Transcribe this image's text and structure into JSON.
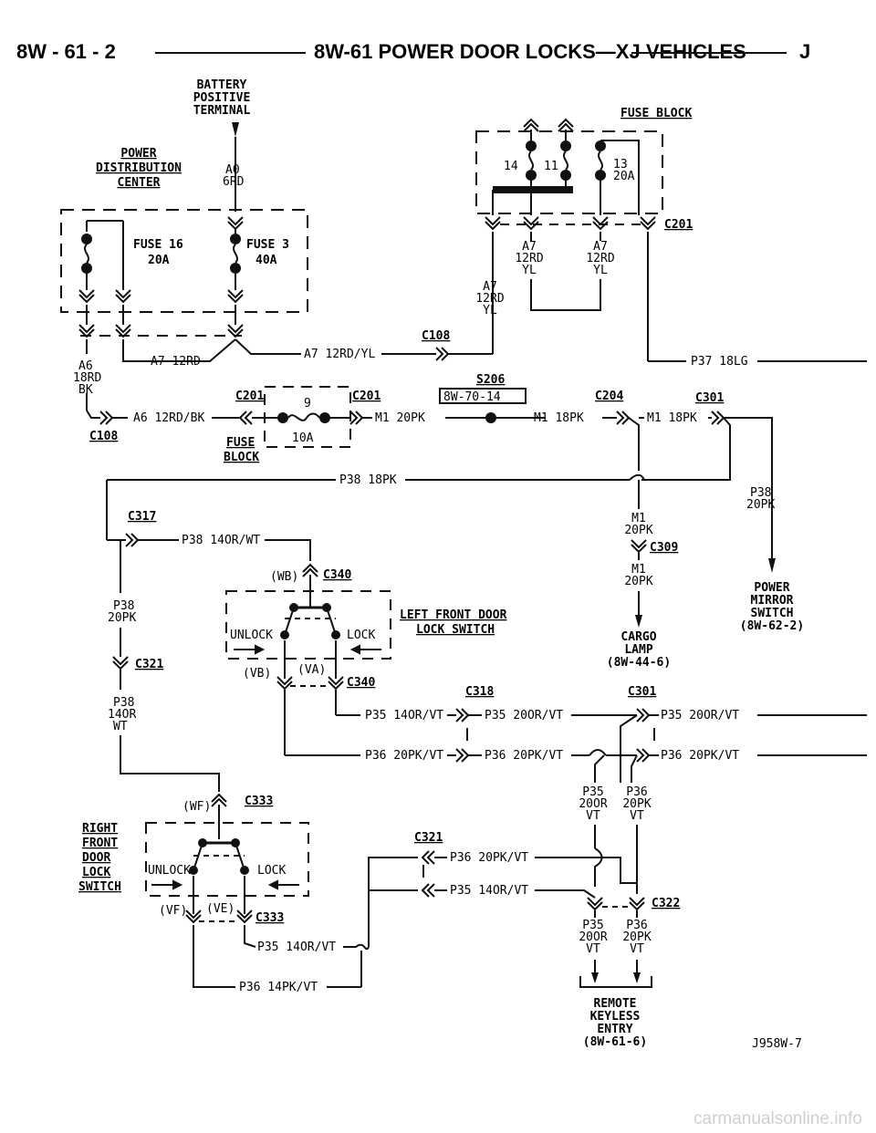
{
  "header": {
    "page_no": "8W - 61 - 2",
    "title": "8W-61 POWER DOOR LOCKS—XJ VEHICLES",
    "letter": "J"
  },
  "battery": [
    "BATTERY",
    "POSITIVE",
    "TERMINAL"
  ],
  "pdc": [
    "POWER",
    "DISTRIBUTION",
    "CENTER"
  ],
  "fuse_block": "FUSE BLOCK",
  "fuse_block2": [
    "FUSE",
    "BLOCK"
  ],
  "wires": {
    "a0": [
      "A0",
      "6RD"
    ],
    "a6": [
      "A6",
      "18RD",
      "BK"
    ],
    "a7_12rd": "A7 12RD",
    "a7_12rdyl": "A7 12RD/YL",
    "a7_stack": [
      "A7",
      "12RD",
      "YL"
    ],
    "p37": "P37 18LG",
    "a6_12rdbk": "A6 12RD/BK",
    "m1_20pk": "M1 20PK",
    "m1_18pk": "M1 18PK",
    "m1_stack": [
      "M1",
      "20PK"
    ],
    "p38_18pk": "P38 18PK",
    "p38_20pk": [
      "P38",
      "20PK"
    ],
    "p38_14orwt": "P38 14OR/WT",
    "p38_14or": [
      "P38",
      "14OR",
      "WT"
    ],
    "p35_14orvt": "P35 14OR/VT",
    "p35_20orvt": "P35 20OR/VT",
    "p36_20pkvt": "P36 20PK/VT",
    "p35_stack": [
      "P35",
      "20OR",
      "VT"
    ],
    "p36_stack": [
      "P36",
      "20PK",
      "VT"
    ],
    "p35_14orvt_short": "P35 14OR/VT",
    "p36_14pkvt": "P36 14PK/VT"
  },
  "fuses": {
    "f16": [
      "FUSE 16",
      "20A"
    ],
    "f3": [
      "FUSE 3",
      "40A"
    ],
    "f14": "14",
    "f11": "11",
    "f13": [
      "13",
      "20A"
    ],
    "f9": "9",
    "f9_amp": "10A"
  },
  "connectors": {
    "c201": "C201",
    "c108": "C108",
    "s206": "S206",
    "ref_8w70": "8W-70-14",
    "c204": "C204",
    "c301": "C301",
    "c317": "C317",
    "c340": "C340",
    "c309": "C309",
    "c321": "C321",
    "c318": "C318",
    "c333": "C333",
    "c322": "C322"
  },
  "switch_pins": {
    "wb": "(WB)",
    "vb": "(VB)",
    "va": "(VA)",
    "wf": "(WF)",
    "vf": "(VF)",
    "ve": "(VE)",
    "unlock": "UNLOCK",
    "lock": "LOCK"
  },
  "components": {
    "left_switch": [
      "LEFT FRONT DOOR",
      "LOCK SWITCH"
    ],
    "right_switch": [
      "RIGHT",
      "FRONT",
      "DOOR",
      "LOCK",
      "SWITCH"
    ],
    "cargo_lamp": [
      "CARGO",
      "LAMP",
      "(8W-44-6)"
    ],
    "power_mirror": [
      "POWER",
      "MIRROR",
      "SWITCH",
      "(8W-62-2)"
    ],
    "rke": [
      "REMOTE",
      "KEYLESS",
      "ENTRY",
      "(8W-61-6)"
    ]
  },
  "figure_id": "J958W-7",
  "watermark": "carmanualsonline.info"
}
